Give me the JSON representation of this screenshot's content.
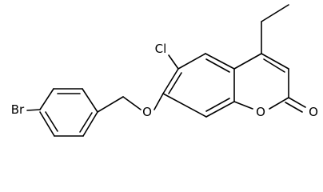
{
  "structure": {
    "atoms": {
      "chlorine": "Cl",
      "bromine": "Br",
      "ether_oxygen": "O",
      "ring_oxygen": "O",
      "carbonyl_oxygen": "O"
    }
  },
  "colors": {
    "background": "#ffffff",
    "bonds": "#000000",
    "labels": "#000000"
  }
}
